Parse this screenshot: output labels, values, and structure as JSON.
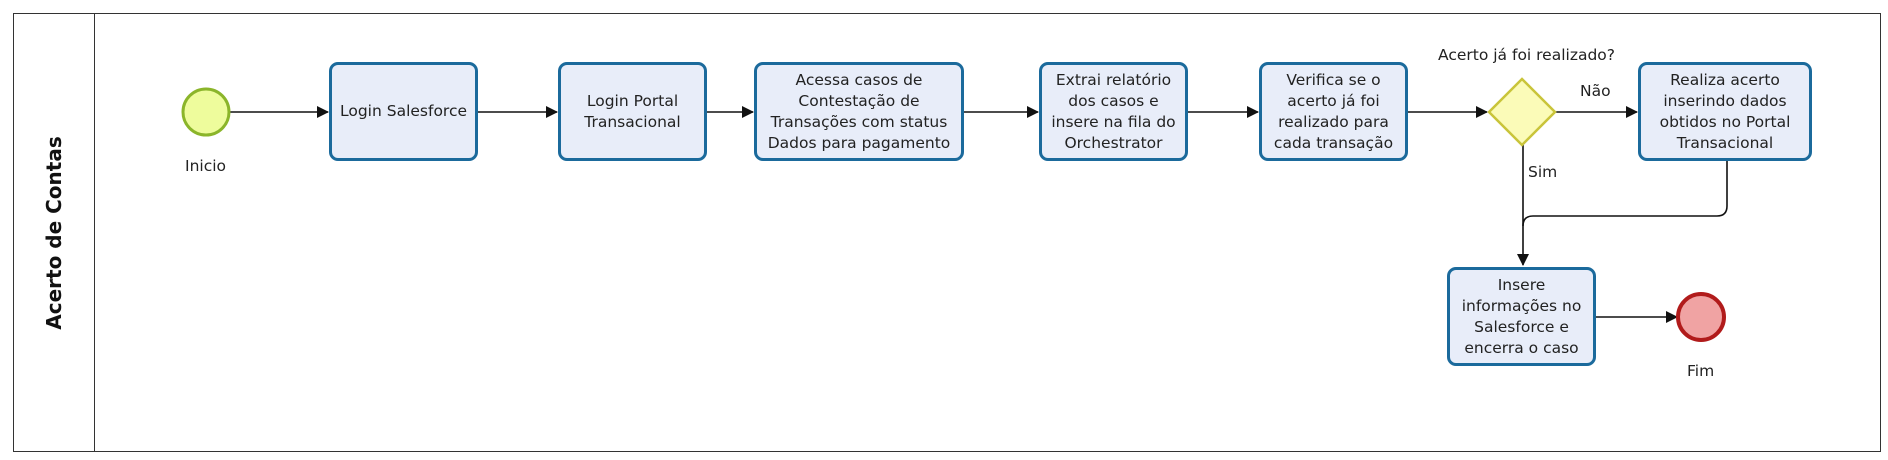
{
  "lane": {
    "title": "Acerto de Contas"
  },
  "events": {
    "start": {
      "label": "Inicio",
      "fill": "#eefc9c",
      "stroke": "#8bb52a"
    },
    "end": {
      "label": "Fim",
      "fill": "#f0a3a3",
      "stroke": "#b11b1b"
    }
  },
  "tasks": [
    {
      "id": "t1",
      "text": "Login Salesforce"
    },
    {
      "id": "t2",
      "text": "Login Portal Transacional"
    },
    {
      "id": "t3",
      "text": "Acessa casos de Contestação de Transações com status Dados para pagamento"
    },
    {
      "id": "t4",
      "text": "Extrai relatório dos casos e insere na fila do Orchestrator"
    },
    {
      "id": "t5",
      "text": "Verifica se o acerto já foi realizado para cada transação"
    },
    {
      "id": "t6",
      "text": "Realiza acerto inserindo dados obtidos no Portal Transacional"
    },
    {
      "id": "t7",
      "text": "Insere informações no Salesforce e encerra o caso"
    }
  ],
  "gateway": {
    "question": "Acerto já foi realizado?",
    "no_label": "Não",
    "yes_label": "Sim",
    "fill": "#fbfbb8",
    "stroke": "#c9c43a"
  },
  "colors": {
    "task_fill": "#e8edf9",
    "task_border": "#1b6a9c",
    "line": "#111111"
  }
}
